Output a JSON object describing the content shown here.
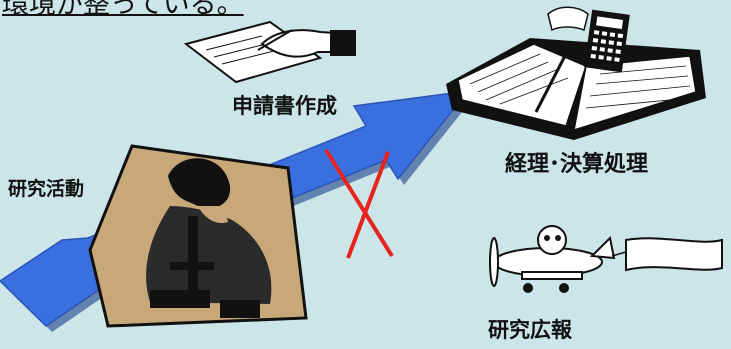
{
  "heading": "環境が整っている。",
  "labels": {
    "application": "申請書作成",
    "research": "研究活動",
    "accounting": "経理･決算処理",
    "pr": "研究広報"
  },
  "colors": {
    "background": "#cbe5e8",
    "arrow": "#3a6fe0",
    "cross": "#e8231e",
    "panel": "#c8a878"
  }
}
